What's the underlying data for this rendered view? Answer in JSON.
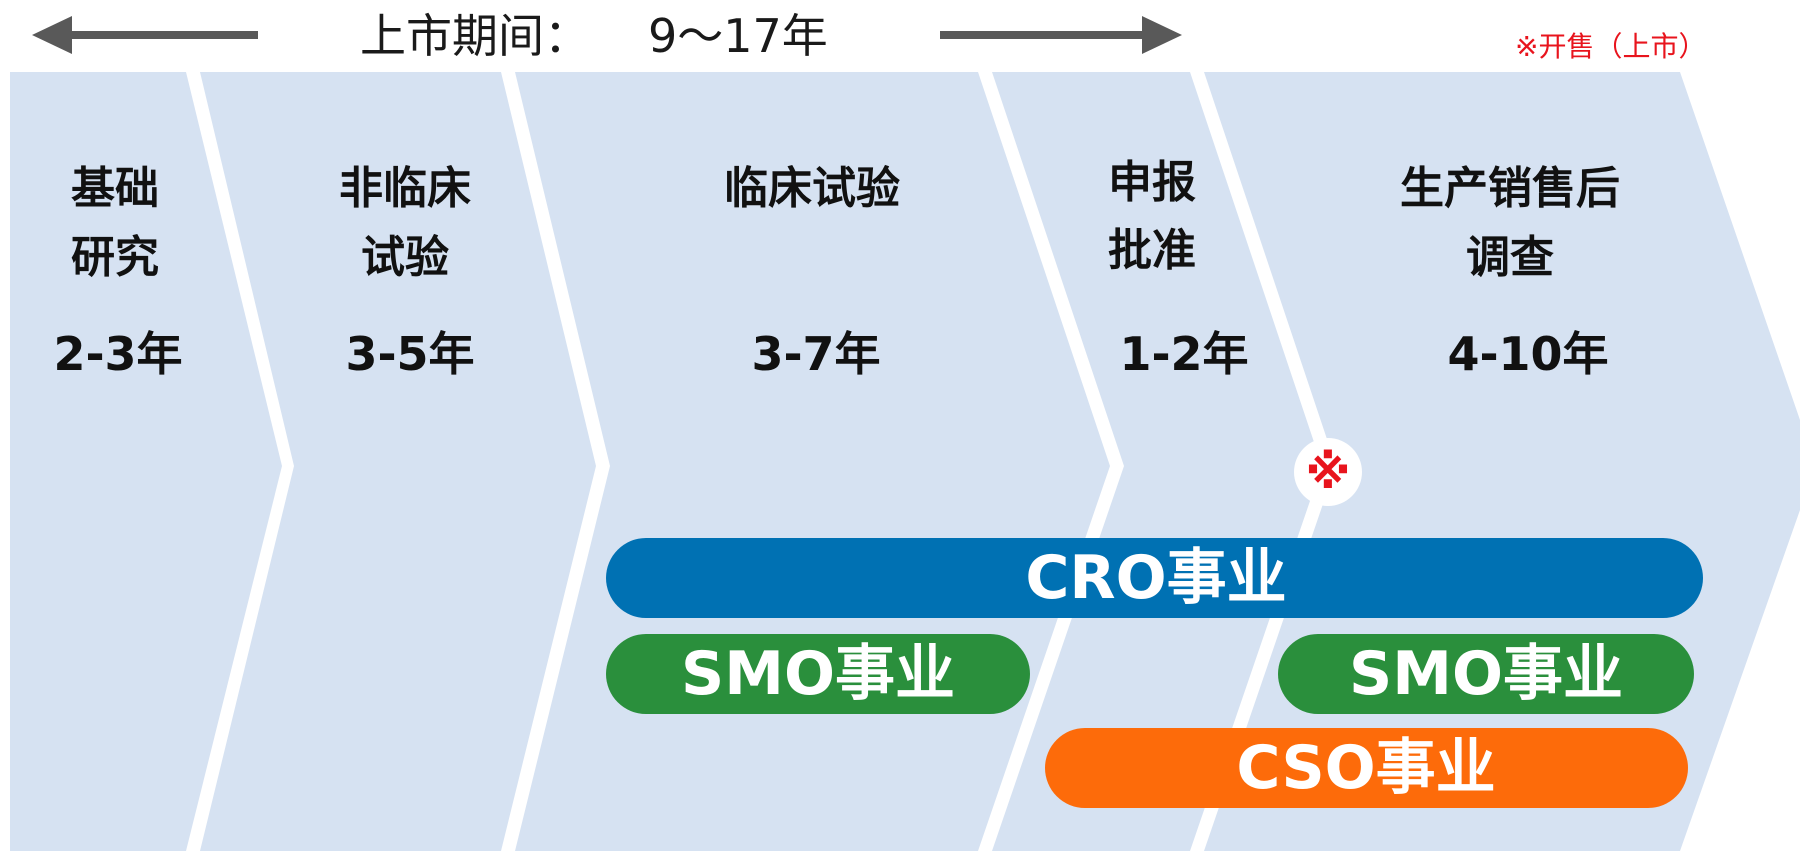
{
  "header": {
    "period_label": "上市期间：",
    "period_value": "9～17年",
    "note": "※开售（上市）"
  },
  "phases": [
    {
      "name_lines": [
        "基础",
        "研究"
      ],
      "duration": "2-3年"
    },
    {
      "name_lines": [
        "非临床",
        "试验"
      ],
      "duration": "3-5年"
    },
    {
      "name_lines": [
        "临床试验"
      ],
      "duration": "3-7年"
    },
    {
      "name_lines": [
        "申报",
        "批准"
      ],
      "duration": "1-2年"
    },
    {
      "name_lines": [
        "生产销售后",
        "调查"
      ],
      "duration": "4-10年"
    }
  ],
  "marker": {
    "symbol": "※",
    "color": "#e8141d"
  },
  "businesses": {
    "cro": {
      "label": "CRO事业",
      "color": "#0071b3"
    },
    "smo_left": {
      "label": "SMO事业",
      "color": "#2a8f3c"
    },
    "smo_right": {
      "label": "SMO事业",
      "color": "#2a8f3c"
    },
    "cso": {
      "label": "CSO事业",
      "color": "#fd6b0a"
    }
  },
  "colors": {
    "phase_fill": "#d6e2f2",
    "arrow": "#595959",
    "note": "#e8141d"
  }
}
